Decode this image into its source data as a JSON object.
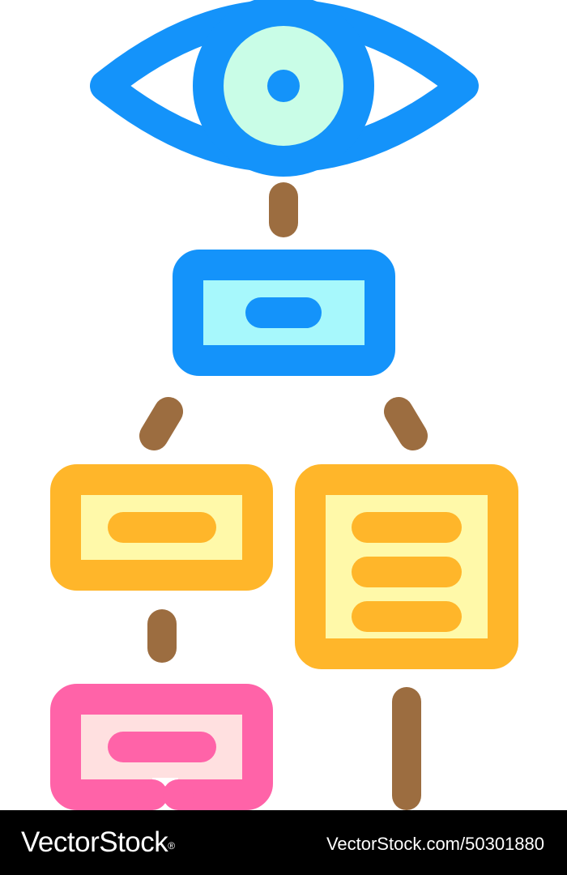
{
  "colors": {
    "blue_outline": "#1493FA",
    "eye_iris_fill": "#C9FDE7",
    "top_box_fill": "#A7F8FC",
    "connector": "#9C6D40",
    "orange_outline": "#FFB62A",
    "orange_box_fill": "#FFF9A9",
    "pink_outline": "#FF63A8",
    "pink_box_fill": "#FFE0E0",
    "watermark_bg": "#000000",
    "watermark_text": "#FFFFFF"
  },
  "icons": {
    "eye": "eye-icon",
    "top_box": "root-node-box",
    "left_box": "left-node-box",
    "right_box": "right-node-box-list",
    "bottom_box": "bottom-node-box"
  },
  "watermark": {
    "brand": "VectorStock",
    "registered_mark": "®",
    "id": "VectorStock.com/50301880"
  }
}
